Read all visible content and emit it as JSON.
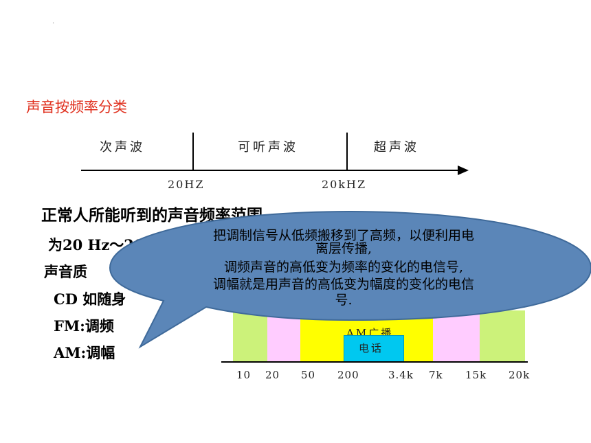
{
  "slide": {
    "dot": ".",
    "title": "声音按频率分类"
  },
  "scale": {
    "bands": [
      "次声波",
      "可听声波",
      "超声波"
    ],
    "boundaries": [
      "20HZ",
      "20kHZ"
    ]
  },
  "body": {
    "line1": "正常人所能听到的声音频率范围",
    "line2": "为20 Hz～20",
    "line3": "声音质",
    "line4": "CD 如随身",
    "line5": "FM:调频",
    "line6": "AM:调幅"
  },
  "spectrum": {
    "am_label": "AM广播",
    "phone_label": "电话",
    "ticks": [
      "10",
      "20",
      "50",
      "200",
      "3.4k",
      "7k",
      "15k",
      "20k"
    ],
    "colors": {
      "green": "#ccf27a",
      "pink": "#ffccff",
      "yellow": "#ffff00",
      "cyan": "#00c8f0"
    }
  },
  "bubble": {
    "lines": [
      "把调制信号从低频搬移到了高频，以便利用电",
      "离层传播,",
      "调频声音的高低变为频率的变化的电信号,",
      "调幅就是用声音的高低变为幅度的变化的电信",
      "号."
    ],
    "fill": "#5b86b8",
    "stroke": "#3f6a9a"
  }
}
